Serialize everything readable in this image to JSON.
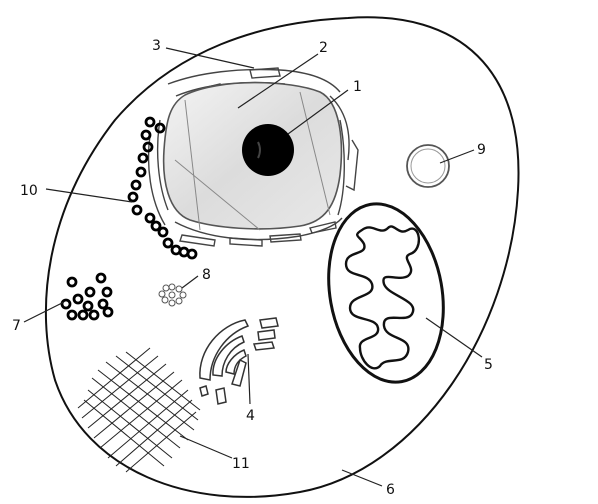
{
  "labels": {
    "l1": "1",
    "l2": "2",
    "l3": "3",
    "l4": "4",
    "l5": "5",
    "l6": "6",
    "l7": "7",
    "l8": "8",
    "l9": "9",
    "l10": "10",
    "l11": "11"
  },
  "colors": {
    "outline": "#111111",
    "nucleoplasm": "#e2e2e2",
    "nucleolus": "#000000",
    "background": "#ffffff"
  }
}
